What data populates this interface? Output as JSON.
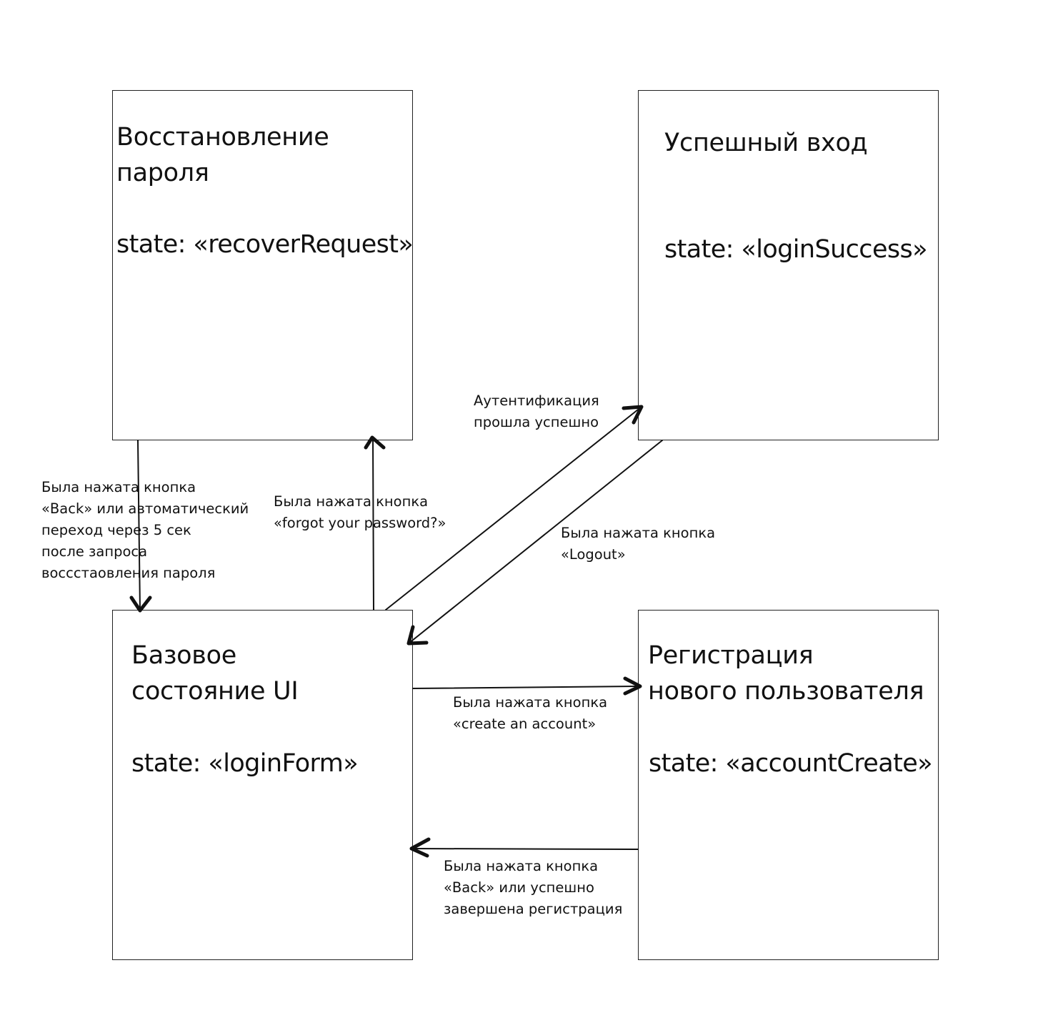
{
  "states": {
    "recover": {
      "title": "Восстановление\nпароля",
      "state": "state: «recoverRequest»"
    },
    "success": {
      "title": "Успешный вход",
      "state": "state: «loginSuccess»"
    },
    "base": {
      "title": "Базовое\nсостояние  UI",
      "state": "state: «loginForm»"
    },
    "register": {
      "title": "Регистрация\nнового пользователя",
      "state": "state: «accountCreate»"
    }
  },
  "transitions": {
    "recover_to_base": "Была нажата кнопка\n«Back» или автоматический\nпереход через 5 сек\nпосле запроса\nвоссстаовления пароля",
    "base_to_recover": "Была нажата кнопка\n«forgot your password?»",
    "base_to_success": "Аутентификация\nпрошла успешно",
    "success_to_base": "Была нажата кнопка\n«Logout»",
    "base_to_register": "Была нажата кнопка\n«create an account»",
    "register_to_base": "Была нажата кнопка\n«Back» или успешно\nзавершена регистрация"
  }
}
